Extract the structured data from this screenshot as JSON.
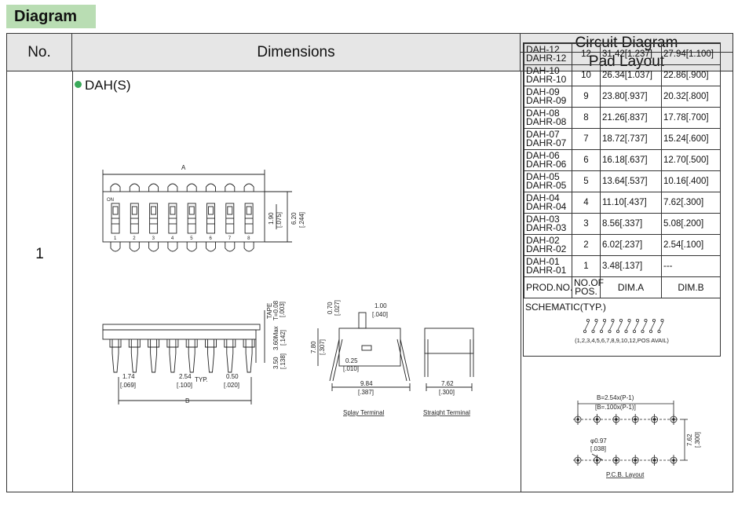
{
  "tag": "Diagram",
  "header": {
    "no": "No.",
    "dimensions": "Dimensions",
    "circuit": "Circuit Diagram",
    "pad": "Pad Layout"
  },
  "row_no": "1",
  "part_name": "DAH(S)",
  "drawing": {
    "label_a": "A",
    "label_b": "B",
    "on": "ON",
    "switch_nums": [
      "1",
      "2",
      "3",
      "4",
      "5",
      "6",
      "7",
      "8"
    ],
    "dim_190": "1.90",
    "dim_075": "[.075]",
    "dim_620": "6.20",
    "dim_244": "[.244]",
    "tape": "TAPE",
    "t008": "T=0.08",
    "t003": "[.003]",
    "dim_360": "3.60Max",
    "dim_142": "[.142]",
    "dim_350": "3.50",
    "dim_138": "[.138]",
    "dim_174": "1.74",
    "dim_069": "[.069]",
    "dim_254": "2.54",
    "typ": "TYP.",
    "dim_100": "[.100]",
    "dim_050": "0.50",
    "dim_020": "[.020]",
    "dim_070": "0.70",
    "dim_027": "[.027]",
    "dim_1": "1.00",
    "dim_040": "[.040]",
    "dim_780": "7.80",
    "dim_307": "[.307]",
    "dim_025": "0.25",
    "dim_010": "[.010]",
    "dim_984": "9.84",
    "dim_387": "[.387]",
    "dim_762": "7.62",
    "dim_300": "[.300]",
    "splay": "Splay Terminal",
    "straight": "Straight Terminal"
  },
  "table": {
    "rows": [
      {
        "model": [
          "DAH-12",
          "DAHR-12"
        ],
        "pos": "12",
        "a": "31.42[1.237]",
        "b": "27.94[1.100]"
      },
      {
        "model": [
          "DAH-10",
          "DAHR-10"
        ],
        "pos": "10",
        "a": "26.34[1.037]",
        "b": "22.86[.900]"
      },
      {
        "model": [
          "DAH-09",
          "DAHR-09"
        ],
        "pos": "9",
        "a": "23.80[.937]",
        "b": "20.32[.800]"
      },
      {
        "model": [
          "DAH-08",
          "DAHR-08"
        ],
        "pos": "8",
        "a": "21.26[.837]",
        "b": "17.78[.700]"
      },
      {
        "model": [
          "DAH-07",
          "DAHR-07"
        ],
        "pos": "7",
        "a": "18.72[.737]",
        "b": "15.24[.600]"
      },
      {
        "model": [
          "DAH-06",
          "DAHR-06"
        ],
        "pos": "6",
        "a": "16.18[.637]",
        "b": "12.70[.500]"
      },
      {
        "model": [
          "DAH-05",
          "DAHR-05"
        ],
        "pos": "5",
        "a": "13.64[.537]",
        "b": "10.16[.400]"
      },
      {
        "model": [
          "DAH-04",
          "DAHR-04"
        ],
        "pos": "4",
        "a": "11.10[.437]",
        "b": "7.62[.300]"
      },
      {
        "model": [
          "DAH-03",
          "DAHR-03"
        ],
        "pos": "3",
        "a": "8.56[.337]",
        "b": "5.08[.200]"
      },
      {
        "model": [
          "DAH-02",
          "DAHR-02"
        ],
        "pos": "2",
        "a": "6.02[.237]",
        "b": "2.54[.100]"
      },
      {
        "model": [
          "DAH-01",
          "DAHR-01"
        ],
        "pos": "1",
        "a": "3.48[.137]",
        "b": "---"
      }
    ],
    "head": {
      "prod": "PROD.NO.",
      "pos": [
        "NO.OF",
        "POS."
      ],
      "a": "DIM.A",
      "b": "DIM.B"
    },
    "schematic": "SCHEMATIC(TYP.)",
    "schematic_note": "(1,2,3,4,5,6,7,8,9,10,12,POS AVAIL)"
  },
  "pcb": {
    "b1": "B=2.54x(P-1)",
    "b2": "[B=.100x(P-1)]",
    "phi": "φ0.97",
    "phi2": "[.038]",
    "dim_762": "7.62",
    "dim_300": "[.300]",
    "caption": "P.C.B. Layout"
  }
}
